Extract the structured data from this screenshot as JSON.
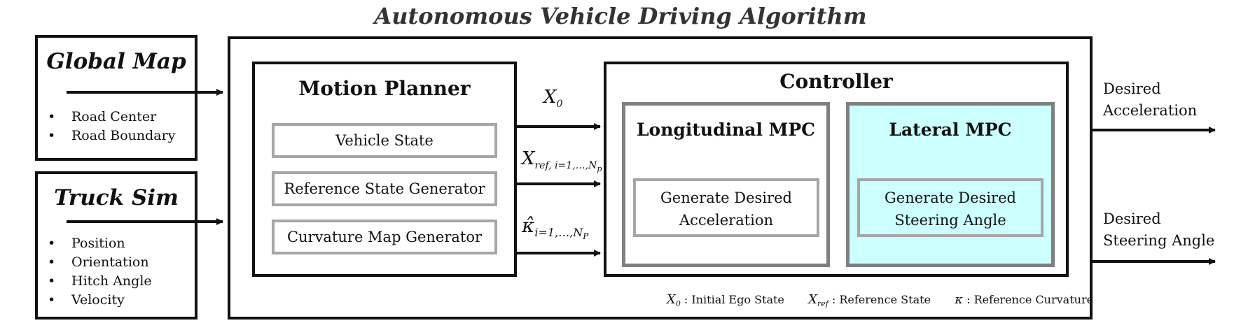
{
  "title": "Autonomous Vehicle Driving Algorithm",
  "global_map": {
    "title": "Global Map",
    "items": [
      "Road Center",
      "Road Boundary"
    ]
  },
  "truck_sim": {
    "title": "Truck Sim",
    "items": [
      "Position",
      "Orientation",
      "Hitch Angle",
      "Velocity"
    ]
  },
  "motion_planner": {
    "title": "Motion Planner",
    "modules": [
      "Vehicle State",
      "Reference State Generator",
      "Curvature Map Generator"
    ]
  },
  "signals": {
    "x0": {
      "symbol": "X",
      "subscript": "0"
    },
    "xref": {
      "symbol": "X",
      "subscript": "ref, i=1,…,N",
      "subsub": "p"
    },
    "kappa": {
      "symbol": "κ̂",
      "subscript": "i=1,…,N",
      "subsub": "P"
    }
  },
  "controller": {
    "title": "Controller",
    "longitudinal": {
      "title": "Longitudinal MPC",
      "module_line1": "Generate Desired",
      "module_line2": "Acceleration"
    },
    "lateral": {
      "title": "Lateral MPC",
      "module_line1": "Generate Desired",
      "module_line2": "Steering Angle"
    }
  },
  "outputs": {
    "acceleration_line1": "Desired",
    "acceleration_line2": "Acceleration",
    "steering_line1": "Desired",
    "steering_line2": "Steering Angle"
  },
  "legend": {
    "x0_symbol": "X",
    "x0_sub": "0",
    "x0_text": ":  Initial Ego State",
    "xref_symbol": "X",
    "xref_sub": "ref",
    "xref_text": ":  Reference State",
    "kappa_symbol": "κ",
    "kappa_text": ": Reference Curvature"
  },
  "colors": {
    "lateral_fill": "#ccffff",
    "inner_border": "#a6a6a6",
    "mpc_border": "#7f7f7f"
  }
}
